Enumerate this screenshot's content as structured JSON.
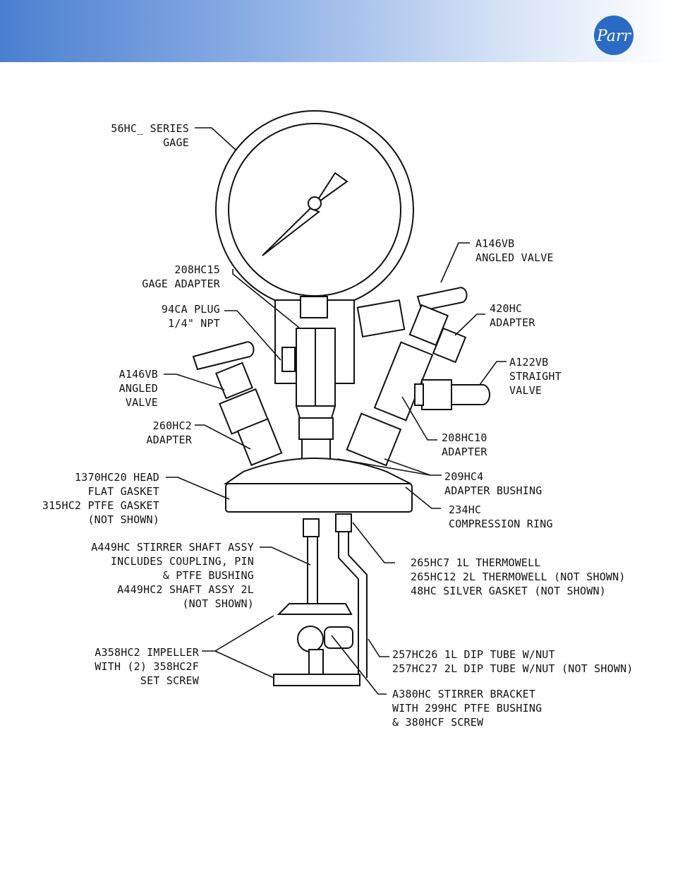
{
  "brand": {
    "logo_text": "Parr",
    "colors": {
      "band_start": "#4a7fd0",
      "band_end": "#ffffff",
      "logo": "#2a6bc4"
    }
  },
  "labels": {
    "gage": [
      "56HC_ SERIES",
      "GAGE"
    ],
    "gage_adapter": [
      "208HC15",
      "GAGE ADAPTER"
    ],
    "plug": [
      "94CA PLUG",
      "1/4\" NPT"
    ],
    "angled_valve_left": [
      "A146VB",
      "ANGLED",
      "VALVE"
    ],
    "adapter_260": [
      "260HC2",
      "ADAPTER"
    ],
    "head": [
      "1370HC20 HEAD",
      "FLAT GASKET",
      "315HC2 PTFE GASKET",
      "(NOT SHOWN)"
    ],
    "stirrer_shaft": [
      "A449HC STIRRER SHAFT ASSY",
      "INCLUDES COUPLING, PIN",
      "& PTFE BUSHING",
      "A449HC2 SHAFT ASSY 2L",
      "(NOT SHOWN)"
    ],
    "impeller": [
      "A358HC2 IMPELLER",
      "WITH (2) 358HC2F",
      "SET SCREW"
    ],
    "angled_valve_right": [
      "A146VB",
      "ANGLED VALVE"
    ],
    "adapter_420": [
      "420HC",
      "ADAPTER"
    ],
    "straight_valve": [
      "A122VB",
      "STRAIGHT",
      "VALVE"
    ],
    "adapter_208": [
      "208HC10",
      "ADAPTER"
    ],
    "bushing": [
      "209HC4",
      "ADAPTER BUSHING"
    ],
    "compression_ring": [
      "234HC",
      "COMPRESSION RING"
    ],
    "thermowell": [
      "265HC7 1L THERMOWELL",
      "265HC12 2L THERMOWELL (NOT SHOWN)",
      "48HC SILVER GASKET (NOT SHOWN)"
    ],
    "dip_tube": [
      "257HC26 1L DIP TUBE W/NUT",
      "257HC27 2L DIP TUBE W/NUT (NOT SHOWN)"
    ],
    "stirrer_bracket": [
      "A380HC STIRRER BRACKET",
      "WITH 299HC PTFE BUSHING",
      "& 380HCF SCREW"
    ]
  }
}
